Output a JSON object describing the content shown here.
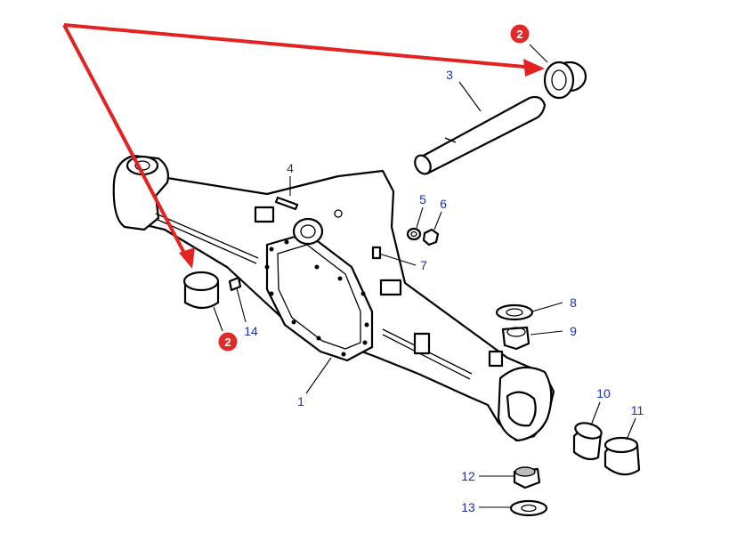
{
  "labels": {
    "l1": "1",
    "l3": "3",
    "l4": "4",
    "l5": "5",
    "l6": "6",
    "l7": "7",
    "l8": "8",
    "l9": "9",
    "l10": "10",
    "l11": "11",
    "l12": "12",
    "l13": "13",
    "l14": "14"
  },
  "callouts": {
    "top_right": "2",
    "lower_left": "2"
  },
  "colors": {
    "label_text": "#1a2fb5",
    "callout_circle": "#e12b2b",
    "arrow": "#e32222",
    "outline": "#000000"
  },
  "icons": {
    "arrow_head": "arrow-head-icon"
  }
}
